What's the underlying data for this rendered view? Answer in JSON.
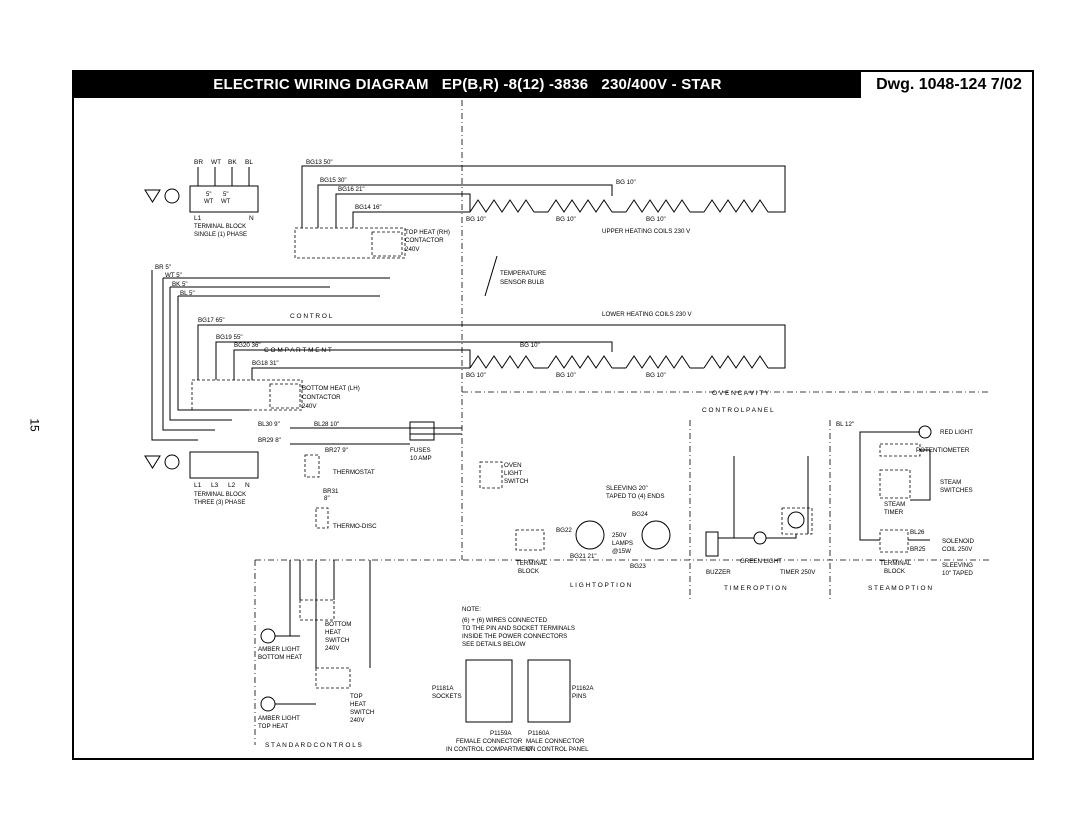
{
  "title": "ELECTRIC WIRING DIAGRAM   EP(B,R) -8(12) -3836   230/400V - STAR",
  "drawing_number": "Dwg. 1048-124 7/02",
  "page_number": "15",
  "labels": {
    "tb1_wires": [
      "BR",
      "WT",
      "BK",
      "BL"
    ],
    "tb1_jumper1": "5\"",
    "tb1_jumper1b": "WT",
    "tb1_jumper2": "5\"",
    "tb1_jumper2b": "WT",
    "tb1_l1": "L1",
    "tb1_n": "N",
    "tb1_name": "TERMINAL BLOCK",
    "tb1_type": "SINGLE (1) PHASE",
    "bg13": "BG13  50\"",
    "bg15": "BG15  30\"",
    "bg16": "BG16  21\"",
    "bg14": "BG14  16\"",
    "top_contactor_1": "TOP HEAT (RH)",
    "top_contactor_2": "CONTACTOR",
    "top_contactor_3": "240V",
    "bg10": "BG  10\"",
    "upper_coils": "UPPER HEATING COILS  230 V",
    "lower_coils": "LOWER HEATING COILS  230 V",
    "temp_sensor_1": "TEMPERATURE",
    "temp_sensor_2": "SENSOR BULB",
    "br5": "BR  5\"",
    "wt5": "WT  5\"",
    "bk5": "BK  5\"",
    "bl5": "BL  5\"",
    "bg17": "BG17  65\"",
    "bg19": "BG19  55\"",
    "bg20": "BG20  36\"",
    "bg18": "BG18  31\"",
    "control": "C O N T R O L",
    "compartment": "C O M P A R T M E N T",
    "bottom_contactor_1": "BOTTOM HEAT (LH)",
    "bottom_contactor_2": "CONTACTOR",
    "bottom_contactor_3": "240V",
    "oven_cavity": "O V E N   C A V I T Y",
    "control_panel": "C O N T R O L   P A N E L",
    "bl30": "BL30  9\"",
    "bl28": "BL28  10\"",
    "br29": "BR29  8\"",
    "br27": "BR27  9\"",
    "thermostat": "THERMOSTAT",
    "br31": "BR31",
    "eight": "8\"",
    "thermo_disc": "THERMO-DISC",
    "fuses_1": "FUSES",
    "fuses_2": "10 AMP",
    "tb3_l1": "L1",
    "tb3_l3": "L3",
    "tb3_l2": "L2",
    "tb3_n": "N",
    "tb3_name": "TERMINAL BLOCK",
    "tb3_type": "THREE (3) PHASE",
    "oven_light_1": "OVEN",
    "oven_light_2": "LIGHT",
    "oven_light_3": "SWITCH",
    "sleeving_1": "SLEEVING 20\"",
    "sleeving_2": "TAPED TO (4) ENDS",
    "bg24": "BG24",
    "bg22": "BG22",
    "bg21": "BG21  21\"",
    "bg23": "BG23",
    "lamps_1": "250V",
    "lamps_2": "LAMPS",
    "lamps_3": "@15W",
    "terminal_block": "TERMINAL",
    "block": "BLOCK",
    "light_option": "L I G H T   O P T I O N",
    "green_light": "GREEN LIGHT",
    "buzzer": "BUZZER",
    "timer_250": "TIMER 250V",
    "timer_option": "T I M E R   O P T I O N",
    "red_light": "RED LIGHT",
    "potentiometer": "POTENTIOMETER",
    "steam_switches_1": "STEAM",
    "steam_switches_2": "SWITCHES",
    "steam_timer_1": "STEAM",
    "steam_timer_2": "TIMER",
    "solenoid_1": "SOLENOID",
    "solenoid_2": "COIL 250V",
    "sleeving_steam_1": "SLEEVING",
    "sleeving_steam_2": "10\" TAPED",
    "steam_option": "S T E A M   O P T I O N",
    "bl12": "BL  12\"",
    "bl26": "BL26",
    "br25": "BR25",
    "bottom_switch_1": "BOTTOM",
    "bottom_switch_2": "HEAT",
    "bottom_switch_3": "SWITCH",
    "bottom_switch_4": "240V",
    "top_switch_1": "TOP",
    "top_switch_2": "HEAT",
    "top_switch_3": "SWITCH",
    "top_switch_4": "240V",
    "amber_bottom_1": "AMBER LIGHT",
    "amber_bottom_2": "BOTTOM HEAT",
    "amber_top_1": "AMBER LIGHT",
    "amber_top_2": "TOP HEAT",
    "standard_controls": "S T A N D A R D   C O N T R O L S",
    "note_1": "NOTE:",
    "note_2": "(6) + (6)  WIRES CONNECTED",
    "note_3": "TO THE PIN AND SOCKET TERMINALS",
    "note_4": "INSIDE THE POWER CONNECTORS",
    "note_5": "SEE DETAILS BELOW",
    "p1181a": "P1181A",
    "sockets": "SOCKETS",
    "p1162a": "P1162A",
    "pins": "PINS",
    "p1159a": "P1159A",
    "female_1": "FEMALE CONNECTOR",
    "female_2": "IN CONTROL COMPARTMENT",
    "p1160a": "P1160A",
    "male_1": "MALE CONNECTOR",
    "male_2": "ON CONTROL PANEL"
  }
}
